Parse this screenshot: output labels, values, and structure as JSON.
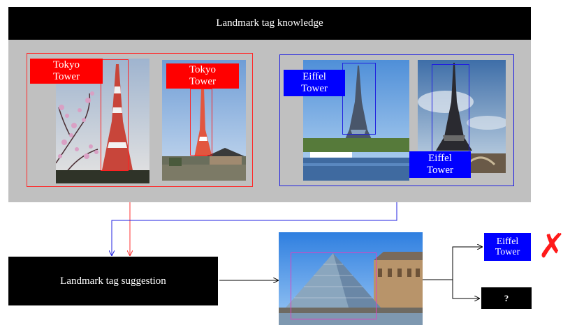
{
  "knowledge_title": "Landmark tag knowledge",
  "suggestion_label": "Landmark tag suggestion",
  "tags": {
    "tokyo_tower_1": "Tokyo Tower",
    "tokyo_tower_2": "Tokyo Tower",
    "eiffel_tower_1": "Eiffel Tower",
    "eiffel_tower_2": "Eiffel Tower"
  },
  "result": {
    "suggested_tag": "Eiffel Tower",
    "wrong_mark": "✗",
    "unknown_tag": "?"
  },
  "colors": {
    "tokyo": "#ff0000",
    "eiffel": "#0000ff",
    "panel": "#c0c0c0",
    "louvre_box": "#e040c0"
  }
}
